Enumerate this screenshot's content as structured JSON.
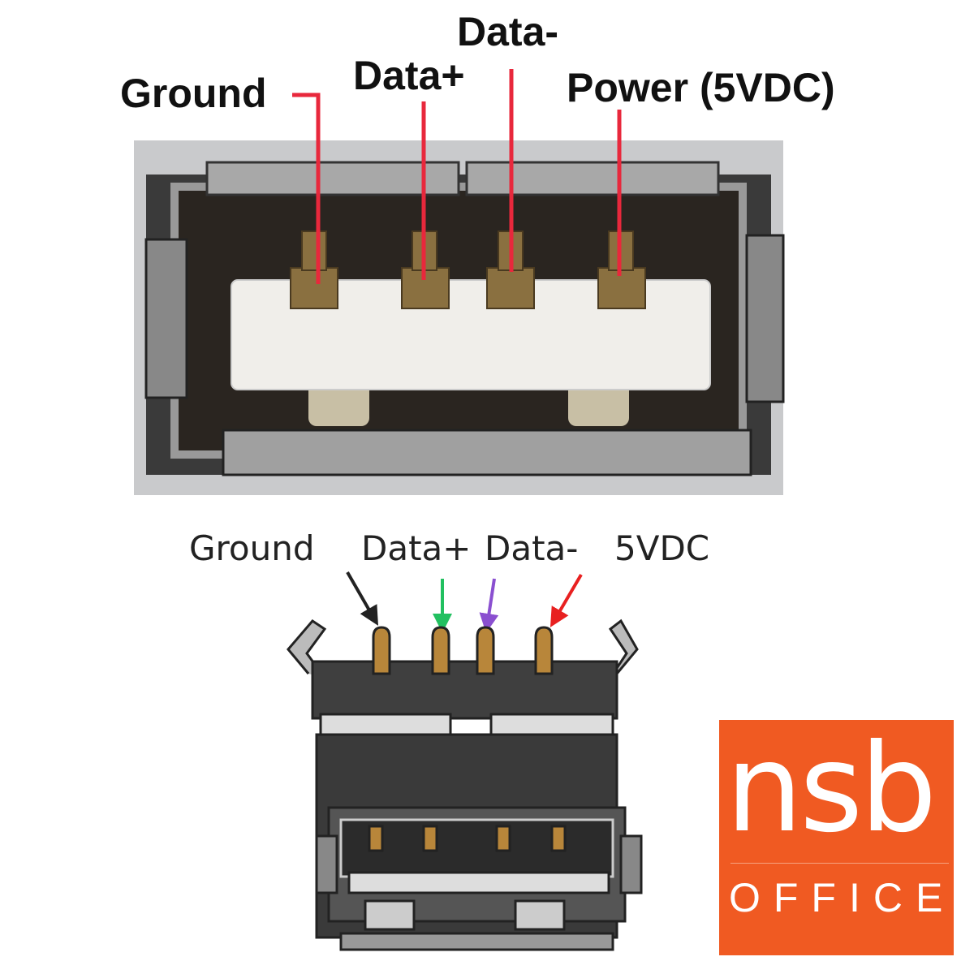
{
  "photo_labels": {
    "ground": "Ground",
    "data_plus": "Data+",
    "data_minus": "Data-",
    "power": "Power (5VDC)"
  },
  "diagram_labels": {
    "ground": "Ground",
    "data_plus": "Data+",
    "data_minus": "Data-",
    "power": "5VDC"
  },
  "logo": {
    "name": "nsb",
    "subtitle": "OFFICE",
    "color": "#f05a22"
  },
  "colors": {
    "leader": "#e8283c",
    "ground_arrow": "#222222",
    "data_plus_arrow": "#22c060",
    "data_minus_arrow": "#8a4fd0",
    "power_arrow": "#e82020",
    "pin": "#b8863a"
  }
}
